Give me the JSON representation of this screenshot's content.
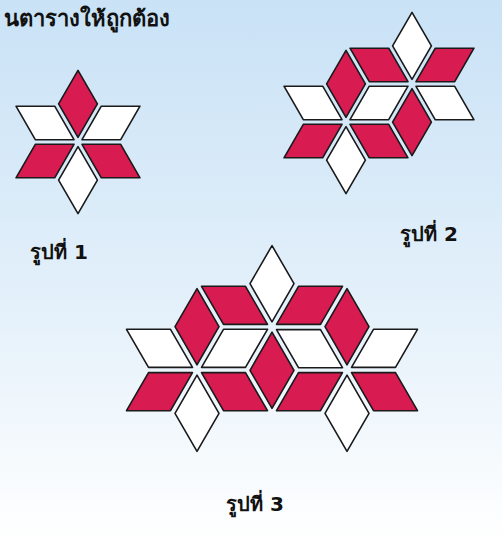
{
  "diagram": {
    "title": "นตารางให้ถูกต้อง",
    "labels": [
      "รูปที่ 1",
      "รูปที่ 2",
      "รูปที่ 3"
    ]
  }
}
